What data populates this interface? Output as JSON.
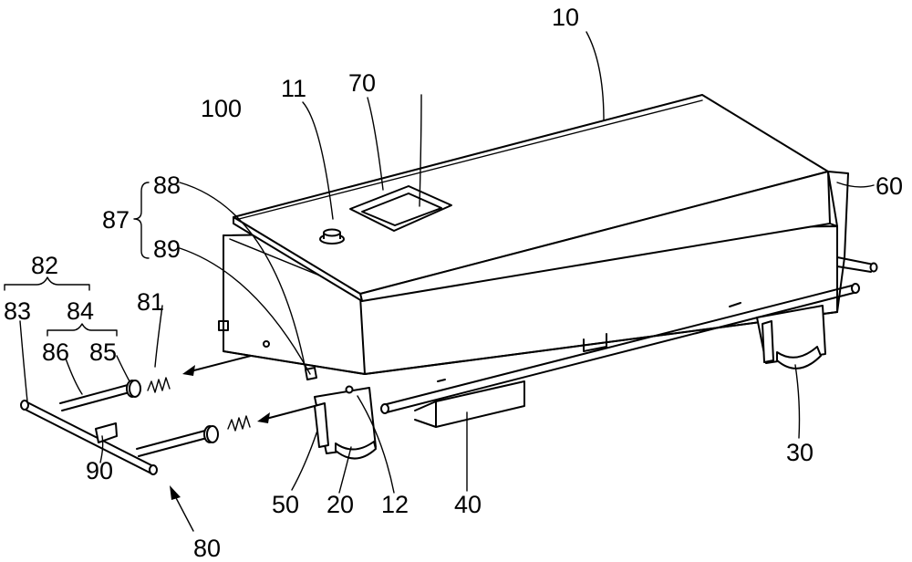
{
  "labels": {
    "l10": "10",
    "l11": "11",
    "l70": "70",
    "l100": "100",
    "l60": "60",
    "l87": "87",
    "l88": "88",
    "l89": "89",
    "l82": "82",
    "l83": "83",
    "l84": "84",
    "l86": "86",
    "l85": "85",
    "l81": "81",
    "l90": "90",
    "l80": "80",
    "l50": "50",
    "l20": "20",
    "l12": "12",
    "l40": "40",
    "l30": "30"
  }
}
